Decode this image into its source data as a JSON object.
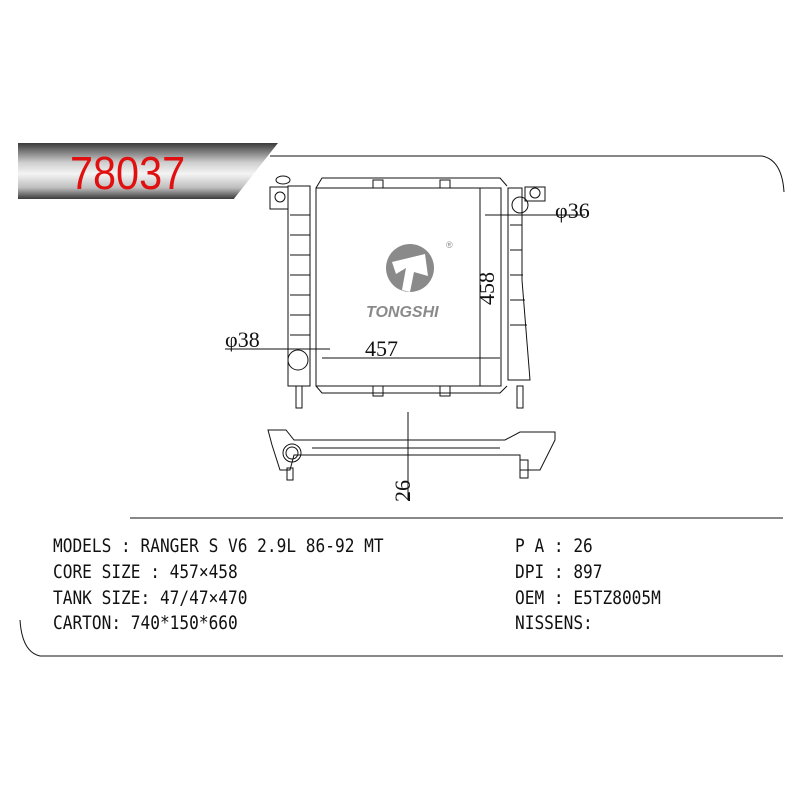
{
  "header": {
    "part_number": "78037"
  },
  "logo": {
    "brand": "TONGSHI",
    "registered_mark": "®"
  },
  "dimensions": {
    "width": "457",
    "height": "458",
    "inlet": "φ36",
    "outlet": "φ38",
    "thickness": "26"
  },
  "specs_left": [
    "MODELS : RANGER S V6 2.9L 86-92 MT",
    "CORE SIZE : 457×458",
    "TANK SIZE: 47/47×470",
    "CARTON: 740*150*660"
  ],
  "specs_right": [
    "P A : 26",
    "DPI : 897",
    "OEM : E5TZ8005M",
    "NISSENS:"
  ],
  "colors": {
    "part_number": "#e01010",
    "logo": "#8a8a8a"
  }
}
